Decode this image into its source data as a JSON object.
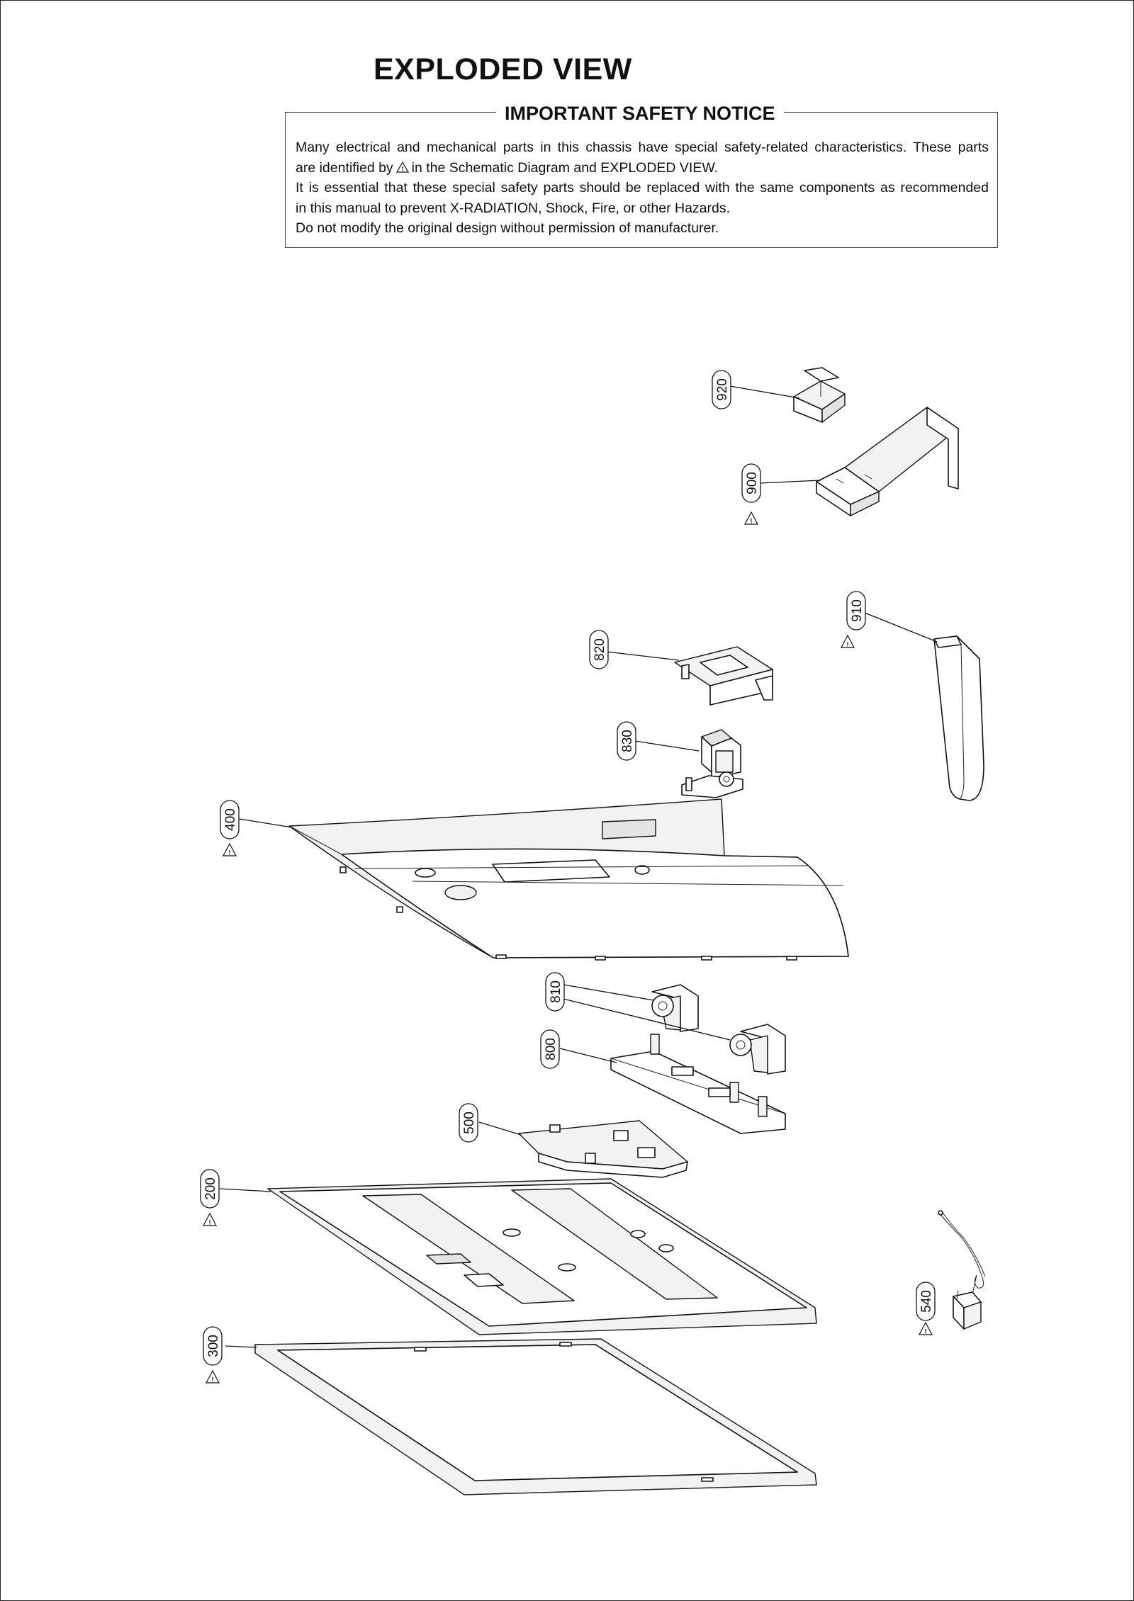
{
  "title": "EXPLODED VIEW",
  "notice": {
    "title": "IMPORTANT SAFETY NOTICE",
    "line1": "Many electrical and mechanical parts in this chassis have special safety-related characteristics. These parts",
    "line2_before": "are identified by",
    "line2_after": "in the Schematic Diagram and EXPLODED VIEW.",
    "line3": "It is essential that these special safety parts should be replaced with the same components as recommended",
    "line4": "in this manual to prevent X-RADIATION, Shock, Fire, or other Hazards.",
    "line5": "Do not modify the original design without permission of manufacturer."
  },
  "safety_symbol": "warning-triangle-icon",
  "callouts": {
    "c920": "920",
    "c900": "900",
    "c910": "910",
    "c820": "820",
    "c830": "830",
    "c400": "400",
    "c810": "810",
    "c800": "800",
    "c500": "500",
    "c200": "200",
    "c540": "540",
    "c300": "300"
  },
  "safety_marked_parts": [
    "900",
    "910",
    "400",
    "200",
    "540",
    "300"
  ]
}
